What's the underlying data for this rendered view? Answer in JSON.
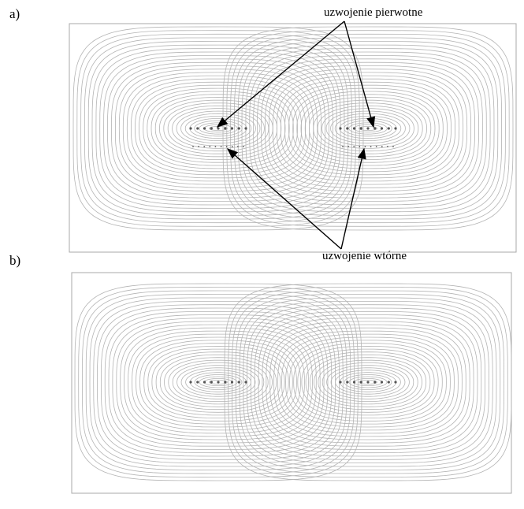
{
  "panels": [
    {
      "label": "a)"
    },
    {
      "label": "b)"
    }
  ],
  "annotations": {
    "primary_winding": "uzwojenie pierwotne",
    "secondary_winding": "uzwojenie wtórne"
  },
  "colors": {
    "field_lines": "#b4b4b4",
    "frame": "#a8a8a8",
    "arrows": "#000000",
    "conductors": "#555555"
  }
}
